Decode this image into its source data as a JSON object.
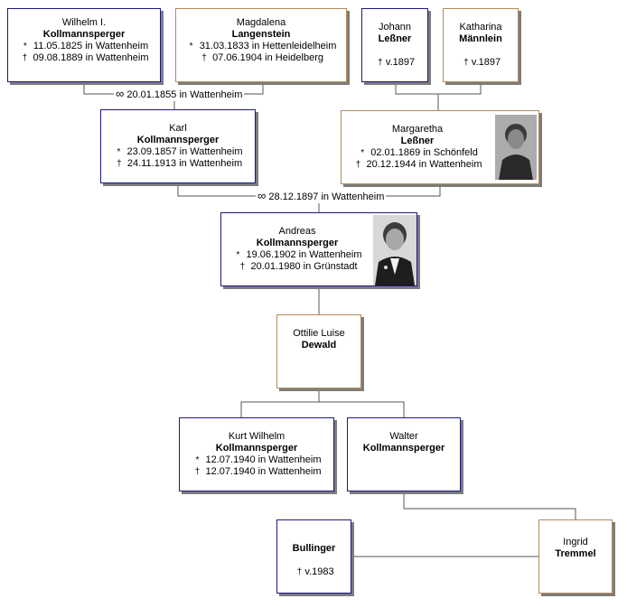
{
  "symbols": {
    "birth": "*",
    "death": "†",
    "marriage": "∞"
  },
  "persons": {
    "wilhelm": {
      "given": "Wilhelm I.",
      "surname": "Kollmannsperger",
      "birth": "11.05.1825 in Wattenheim",
      "death": "09.08.1889 in Wattenheim"
    },
    "magdalena": {
      "given": "Magdalena",
      "surname": "Langenstein",
      "birth": "31.03.1833 in Hettenleidelheim",
      "death": "07.06.1904 in Heidelberg"
    },
    "johann": {
      "given": "Johann",
      "surname": "Leßner",
      "death": "v.1897"
    },
    "katharina": {
      "given": "Katharina",
      "surname": "Männlein",
      "death": "v.1897"
    },
    "karl": {
      "given": "Karl",
      "surname": "Kollmannsperger",
      "birth": "23.09.1857 in Wattenheim",
      "death": "24.11.1913 in Wattenheim"
    },
    "margaretha": {
      "given": "Margaretha",
      "surname": "Leßner",
      "birth": "02.01.1869 in Schönfeld",
      "death": "20.12.1944 in Wattenheim"
    },
    "andreas": {
      "given": "Andreas",
      "surname": "Kollmannsperger",
      "birth": "19.06.1902 in Wattenheim",
      "death": "20.01.1980 in Grünstadt"
    },
    "ottilie": {
      "given": "Ottilie Luise",
      "surname": "Dewald"
    },
    "kurt": {
      "given": "Kurt Wilhelm",
      "surname": "Kollmannsperger",
      "birth": "12.07.1940 in Wattenheim",
      "death": "12.07.1940 in Wattenheim"
    },
    "walter": {
      "given": "Walter",
      "surname": "Kollmannsperger"
    },
    "bullinger": {
      "surname": "Bullinger",
      "death": "v.1983"
    },
    "ingrid": {
      "given": "Ingrid",
      "surname": "Tremmel"
    }
  },
  "marriages": {
    "m1": "20.01.1855 in Wattenheim",
    "m2": "28.12.1897 in Wattenheim"
  }
}
